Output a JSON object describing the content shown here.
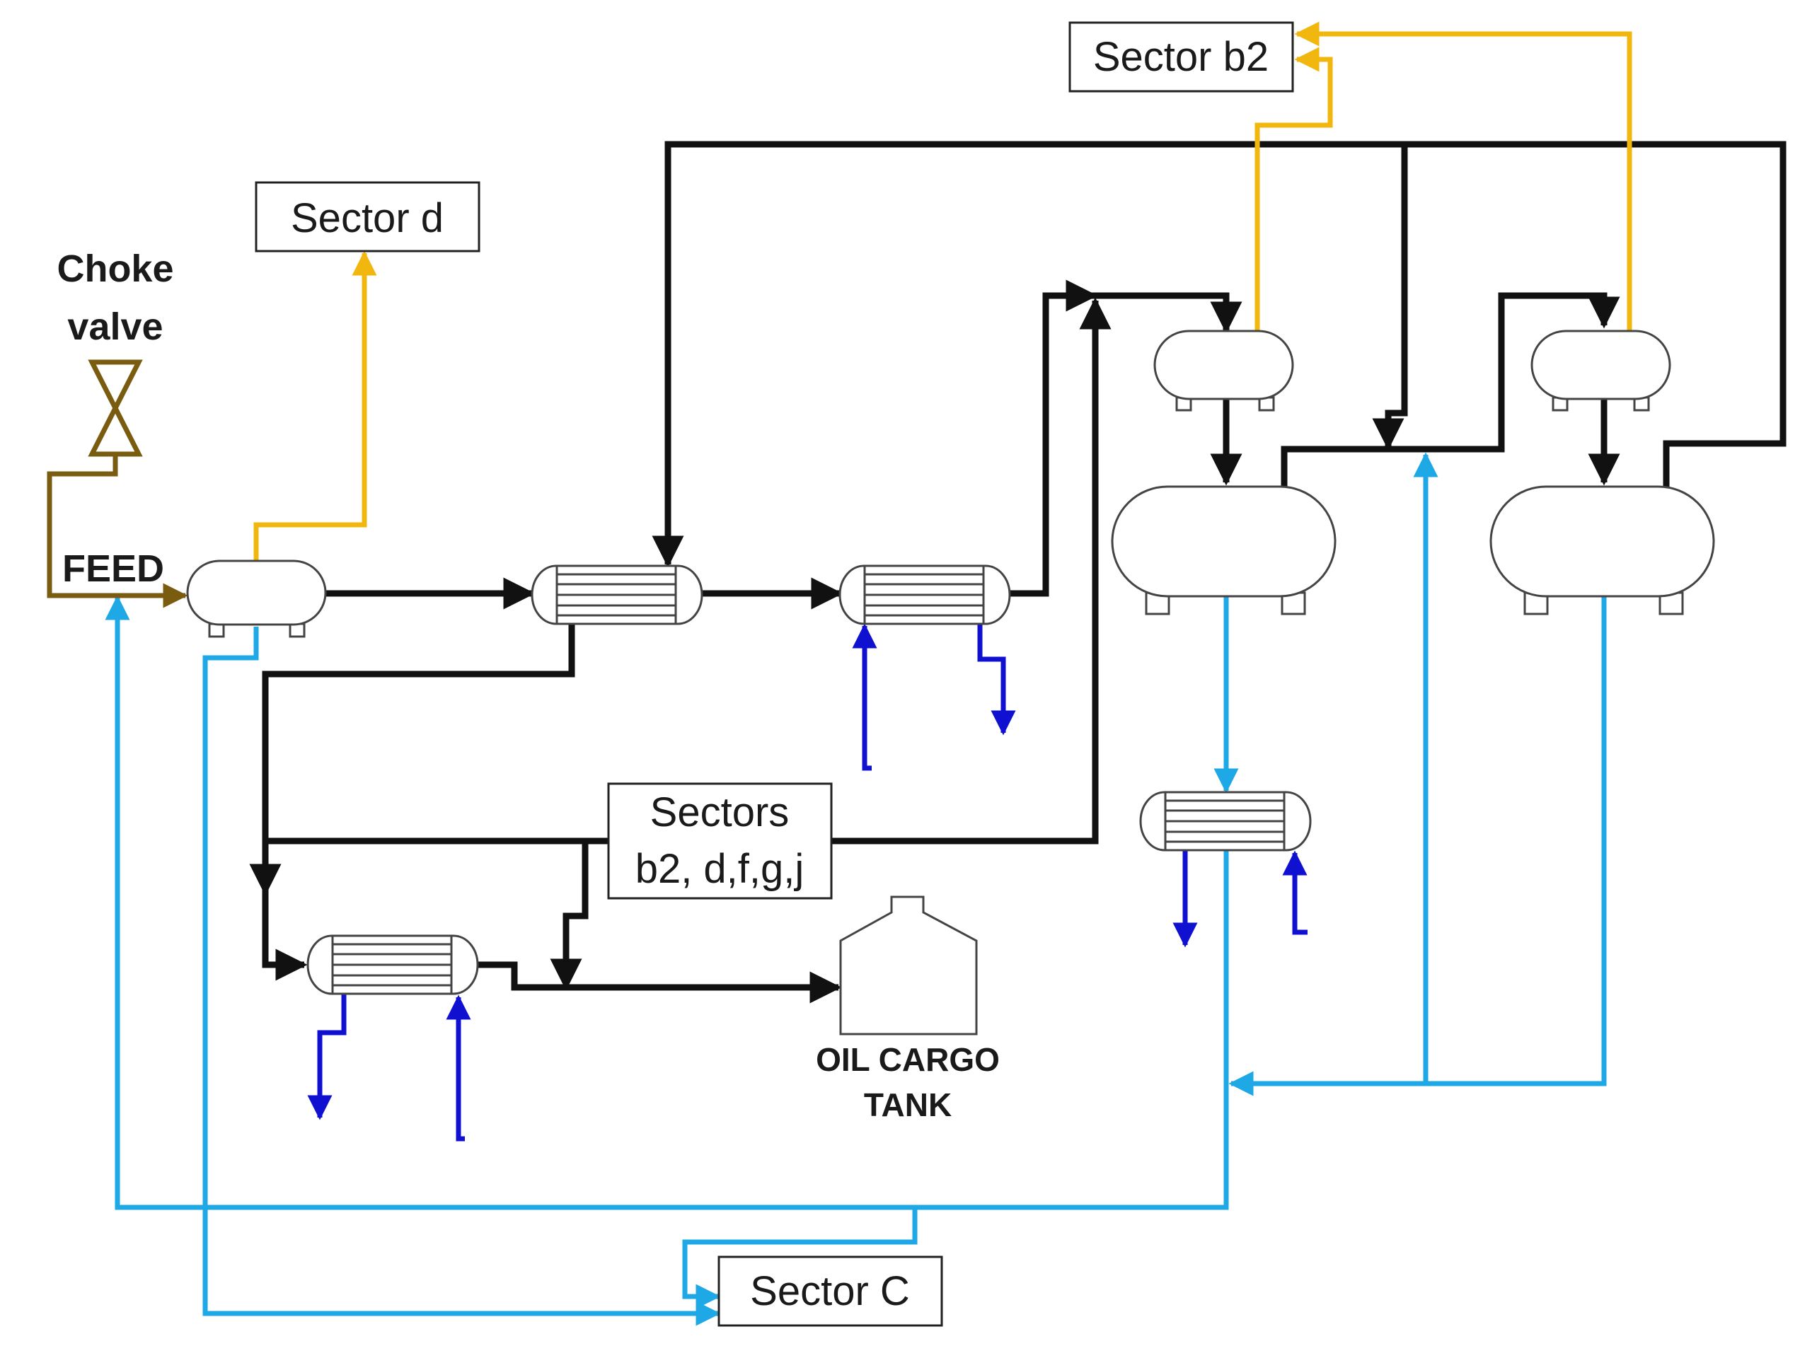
{
  "labels": {
    "choke_line1": "Choke",
    "choke_line2": "valve",
    "feed": "FEED",
    "sector_d": "Sector d",
    "sector_b2_top": "Sector b2",
    "sectors_line1": "Sectors",
    "sectors_line2": "b2, d,f,g,j",
    "sector_c": "Sector C",
    "tank_line1": "OIL CARGO",
    "tank_line2": "TANK"
  },
  "colors": {
    "hydrocarbon": "#111111",
    "gas": "#f2b70f",
    "water": "#1ea9e6",
    "cooling": "#1010d0",
    "feed": "#7a5c10",
    "equipment_outline": "#444444"
  }
}
